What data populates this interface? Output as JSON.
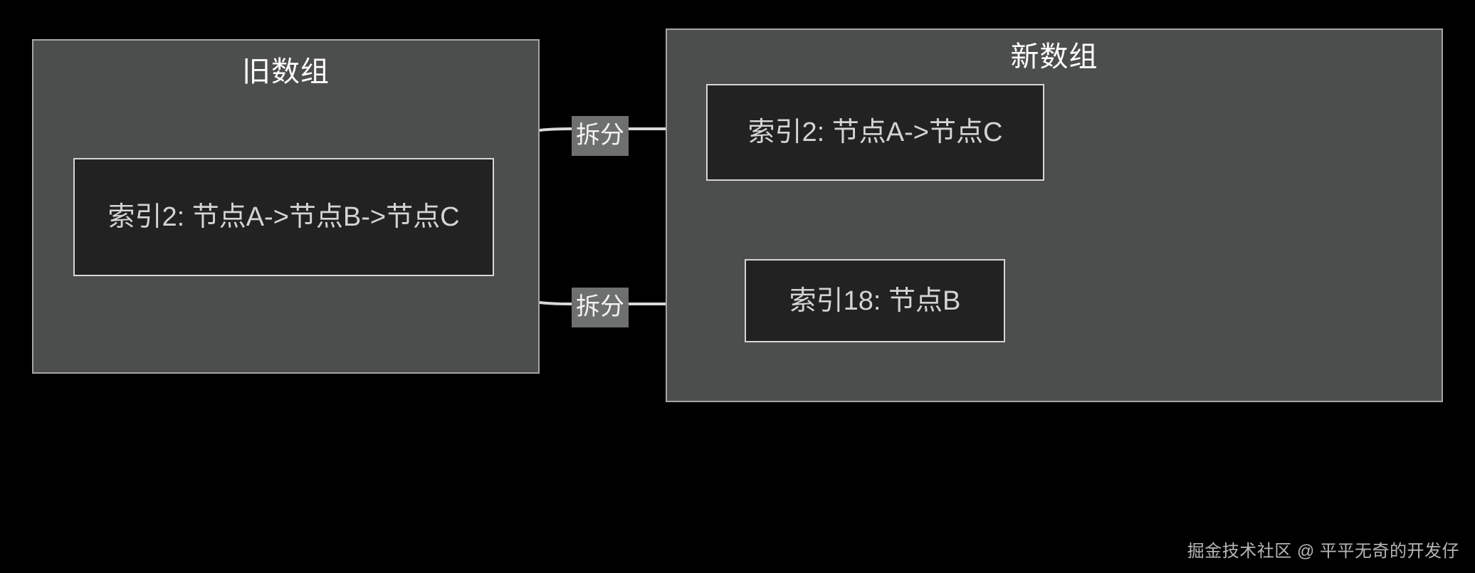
{
  "diagram": {
    "type": "flow",
    "background_color": "#000000",
    "panels": [
      {
        "id": "old-array",
        "title": "旧数组",
        "fill": "#4c4d4d",
        "stroke": "#a6a6a6",
        "nodes": [
          {
            "id": "old-node-index2",
            "text": "索引2: 节点A->节点B->节点C",
            "line1": "索引2: 节点A->节点B->节点",
            "line2": "C",
            "fill": "#222222",
            "stroke": "#d6d6d6"
          }
        ]
      },
      {
        "id": "new-array",
        "title": "新数组",
        "fill": "#4c4d4d",
        "stroke": "#a6a6a6",
        "nodes": [
          {
            "id": "new-node-index2",
            "text": "索引2: 节点A->节点C",
            "fill": "#222222",
            "stroke": "#d6d6d6"
          },
          {
            "id": "new-node-index18",
            "text": "索引18: 节点B",
            "fill": "#222222",
            "stroke": "#d6d6d6"
          }
        ]
      }
    ],
    "edges": [
      {
        "id": "edge-split-top",
        "label": "拆分",
        "from": "old-node-index2",
        "to": "new-node-index2",
        "label_fill": "#6e6f6f",
        "stroke": "#d9d9d9"
      },
      {
        "id": "edge-split-bottom",
        "label": "拆分",
        "from": "old-node-index2",
        "to": "new-node-index18",
        "label_fill": "#6e6f6f",
        "stroke": "#d9d9d9"
      }
    ],
    "watermark": "掘金技术社区 @ 平平无奇的开发仔"
  }
}
